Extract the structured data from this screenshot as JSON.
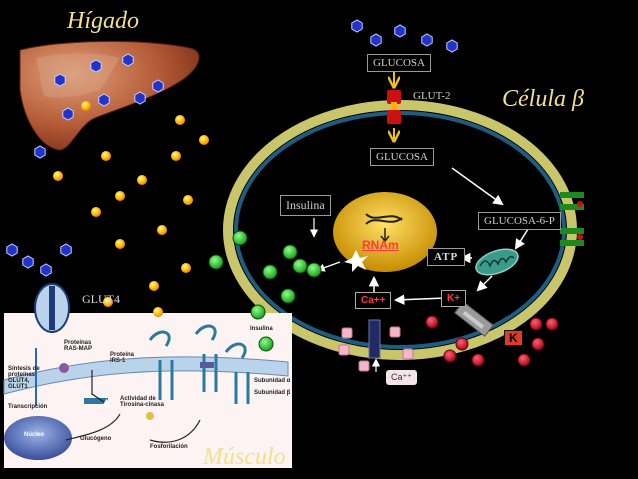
{
  "titles": {
    "liver": "Hígado",
    "beta_cell": "Célula β",
    "muscle": "Músculo"
  },
  "labels": {
    "glucose_top": "GLUCOSA",
    "glut2": "GLUT-2",
    "glucose_inner": "GLUCOSA",
    "insulin": "Insulina",
    "glucose6p": "GLUCOSA-6-P",
    "rnam": "RNAm",
    "atp": "ATP",
    "ca_channel": "Ca++",
    "k_channel": "K+",
    "k_exit": "K",
    "ca_outside": "Ca⁺⁺",
    "glut4": "GLUT4"
  },
  "muscle_panel": {
    "insulina": "Insulina",
    "proteinas_ras_map": "Proteínas\nRAS-MAP",
    "proteina_irs1": "Proteína\nIRS-1",
    "sintesis": "Síntesis de\nproteínas\nGLUT4,\nGLUT1",
    "transcripcion": "Transcripción",
    "nucleo": "Núcleo",
    "glucogeno": "Glucógeno",
    "actividad": "Actividad de\nTirosina-cinasa",
    "fosforilacion": "Fosforilación",
    "subunidad_a": "Subunidad α",
    "subunidad_b": "Subunidad β"
  },
  "colors": {
    "title": "#f2e08c",
    "membrane_outer": "#c8c56a",
    "membrane_inner": "#1e5c82",
    "hexagon": "#2233cc",
    "glucose_dot": "#ffa500",
    "insulin_dot": "#22cc22",
    "k_ion": "#c8102e",
    "ca_ion": "#f4b6c8"
  }
}
